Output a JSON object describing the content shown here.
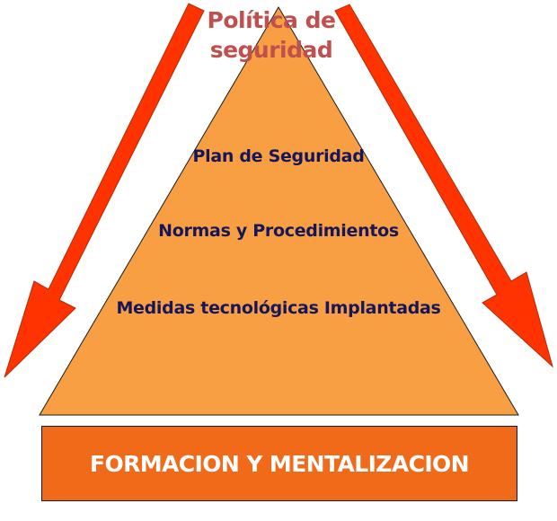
{
  "diagram": {
    "apex_title_line1": "Política de",
    "apex_title_line2": "seguridad",
    "tiers": [
      "Plan de Seguridad",
      "Normas y Procedimientos",
      "Medidas tecnológicas Implantadas"
    ],
    "base_label": "FORMACION Y MENTALIZACION"
  },
  "colors": {
    "pyramid_fill": "#f99f43",
    "arrow_fill": "#ff3300",
    "base_fill": "#f06a1a",
    "title_color": "#c0504d",
    "tier_text_color": "#16175a",
    "base_text_color": "#ffffff"
  }
}
